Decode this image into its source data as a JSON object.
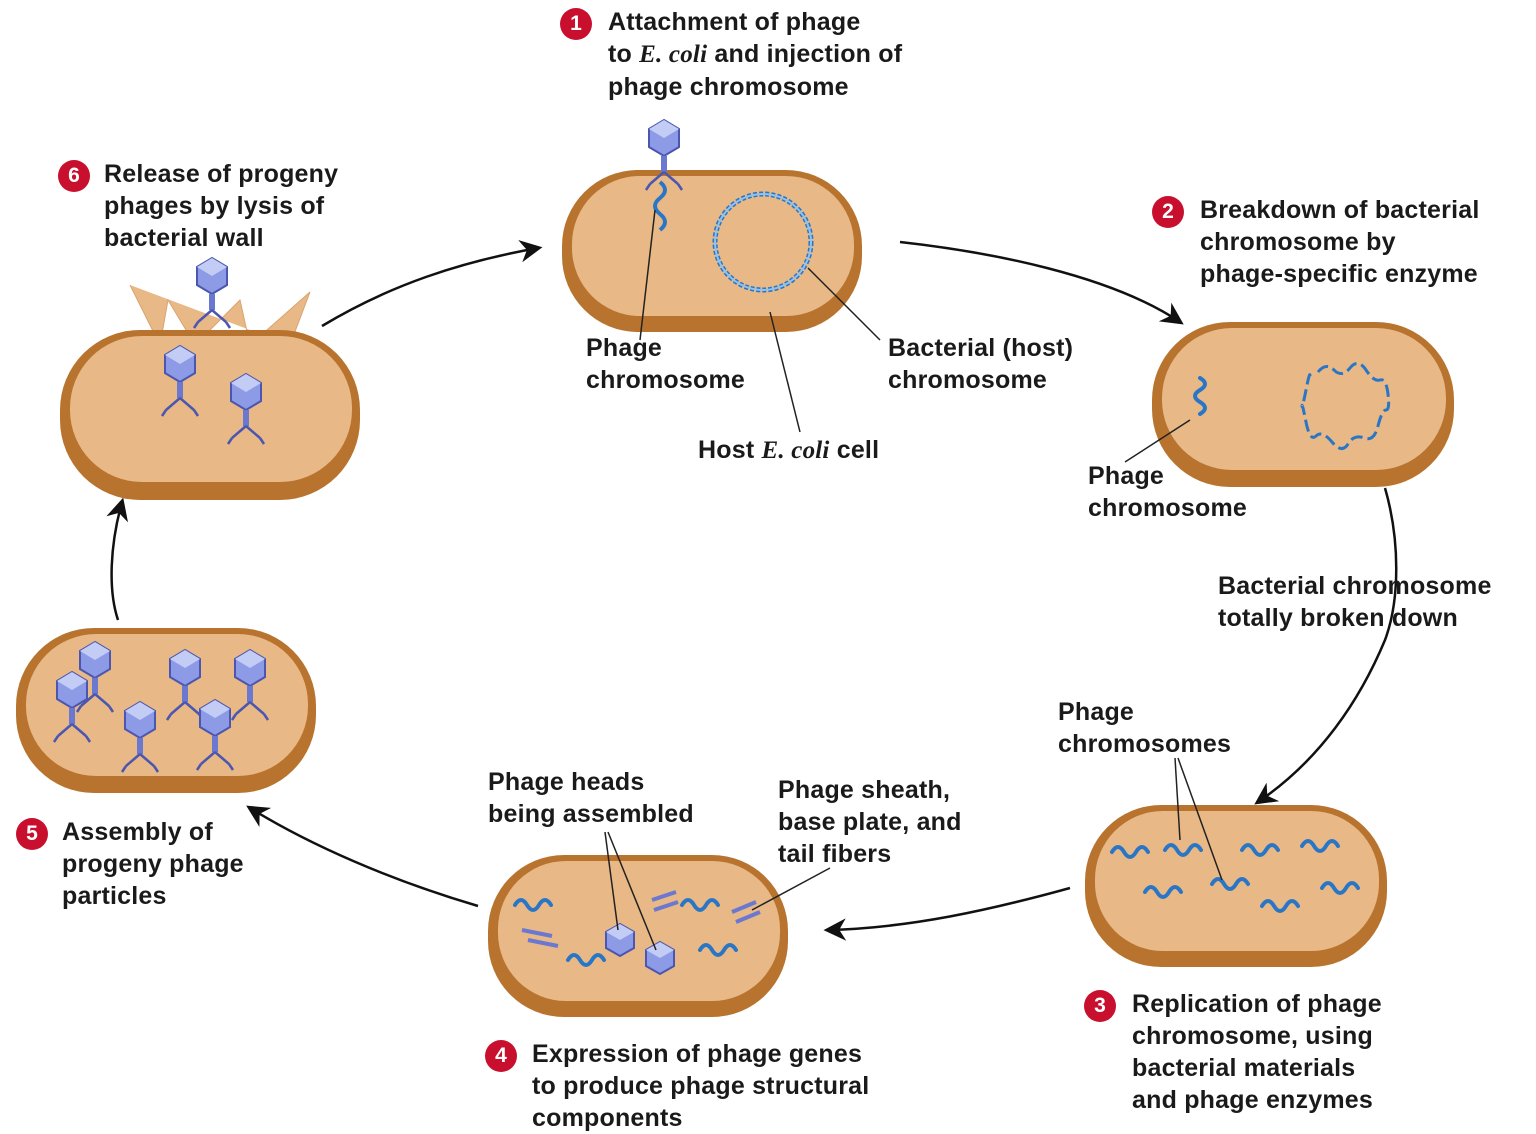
{
  "steps": [
    {
      "num": "1",
      "lines": [
        "Attachment of phage",
        "to {E. coli} and injection of",
        "phage chromosome"
      ]
    },
    {
      "num": "2",
      "lines": [
        "Breakdown of bacterial",
        "chromosome by",
        "phage-specific enzyme"
      ]
    },
    {
      "num": "3",
      "lines": [
        "Replication of phage",
        "chromosome, using",
        "bacterial materials",
        "and phage enzymes"
      ]
    },
    {
      "num": "4",
      "lines": [
        "Expression of phage genes",
        "to produce phage structural",
        "components"
      ]
    },
    {
      "num": "5",
      "lines": [
        "Assembly of",
        "progeny phage",
        "particles"
      ]
    },
    {
      "num": "6",
      "lines": [
        "Release of progeny",
        "phages by lysis of",
        "bacterial wall"
      ]
    }
  ],
  "labels": {
    "phage_chromosome_1": [
      "Phage",
      "chromosome"
    ],
    "bacterial_host_chromosome": [
      "Bacterial (host)",
      "chromosome"
    ],
    "host_cell": [
      "Host {E. coli} cell"
    ],
    "phage_chromosome_2": [
      "Phage",
      "chromosome"
    ],
    "totally_broken_down": [
      "Bacterial chromosome",
      "totally broken down"
    ],
    "phage_chromosomes_3": [
      "Phage",
      "chromosomes"
    ],
    "phage_heads": [
      "Phage heads",
      "being assembled"
    ],
    "phage_sheath": [
      "Phage sheath,",
      "base plate, and",
      "tail fibers"
    ]
  },
  "colors": {
    "cell_wall": "#b8742e",
    "cell_fill": "#e8b886",
    "dna": "#2a76c6",
    "phage_head": "#8d9be6",
    "badge": "#c8102e"
  }
}
